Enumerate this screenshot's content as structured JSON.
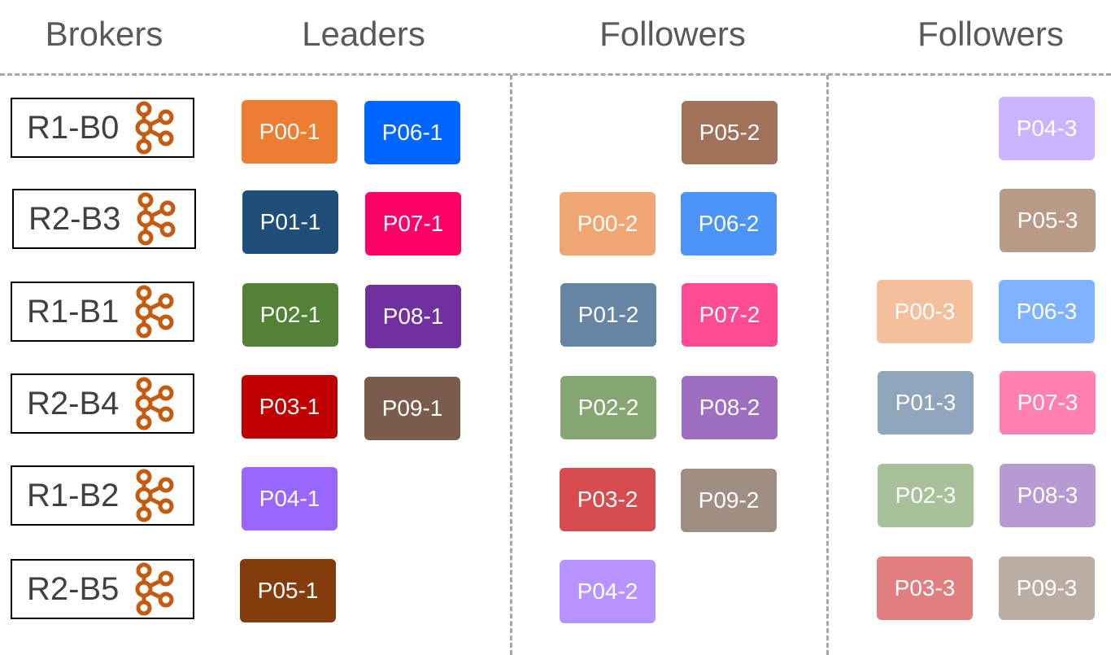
{
  "headers": {
    "brokers": "Brokers",
    "leaders": "Leaders",
    "followers_1": "Followers",
    "followers_2": "Followers"
  },
  "brokers": [
    "R1-B0",
    "R2-B3",
    "R1-B1",
    "R2-B4",
    "R1-B2",
    "R2-B5"
  ],
  "broker_icon": "kafka-icon",
  "leaders": {
    "p00_1": {
      "label": "P00-1",
      "color": "#ED7D31"
    },
    "p01_1": {
      "label": "P01-1",
      "color": "#1F4E79"
    },
    "p02_1": {
      "label": "P02-1",
      "color": "#538135"
    },
    "p03_1": {
      "label": "P03-1",
      "color": "#C00000"
    },
    "p04_1": {
      "label": "P04-1",
      "color": "#9966FF"
    },
    "p05_1": {
      "label": "P05-1",
      "color": "#843C0C"
    },
    "p06_1": {
      "label": "P06-1",
      "color": "#0066FF"
    },
    "p07_1": {
      "label": "P07-1",
      "color": "#FF0066"
    },
    "p08_1": {
      "label": "P08-1",
      "color": "#7030A0"
    },
    "p09_1": {
      "label": "P09-1",
      "color": "#7A5C4C"
    }
  },
  "followers_1": {
    "p05_2": {
      "label": "P05-2",
      "color": "#A0725A"
    },
    "p00_2": {
      "label": "P00-2",
      "color": "#F0A673"
    },
    "p06_2": {
      "label": "P06-2",
      "color": "#4C93FA"
    },
    "p01_2": {
      "label": "P01-2",
      "color": "#6585A3"
    },
    "p07_2": {
      "label": "P07-2",
      "color": "#FF4B93"
    },
    "p02_2": {
      "label": "P02-2",
      "color": "#85A670"
    },
    "p08_2": {
      "label": "P08-2",
      "color": "#9E6EC0"
    },
    "p03_2": {
      "label": "P03-2",
      "color": "#D64C4F"
    },
    "p09_2": {
      "label": "P09-2",
      "color": "#A08E83"
    },
    "p04_2": {
      "label": "P04-2",
      "color": "#B794FF"
    }
  },
  "followers_2": {
    "p04_3": {
      "label": "P04-3",
      "color": "#CBB3FF"
    },
    "p05_3": {
      "label": "P05-3",
      "color": "#B89A86"
    },
    "p00_3": {
      "label": "P00-3",
      "color": "#F4C09C"
    },
    "p06_3": {
      "label": "P06-3",
      "color": "#80B3FF"
    },
    "p01_3": {
      "label": "P01-3",
      "color": "#8FA6BD"
    },
    "p07_3": {
      "label": "P07-3",
      "color": "#FF80B1"
    },
    "p02_3": {
      "label": "P02-3",
      "color": "#A8C19A"
    },
    "p08_3": {
      "label": "P08-3",
      "color": "#B79AD3"
    },
    "p03_3": {
      "label": "P03-3",
      "color": "#E07E80"
    },
    "p09_3": {
      "label": "P09-3",
      "color": "#BBADA3"
    }
  }
}
